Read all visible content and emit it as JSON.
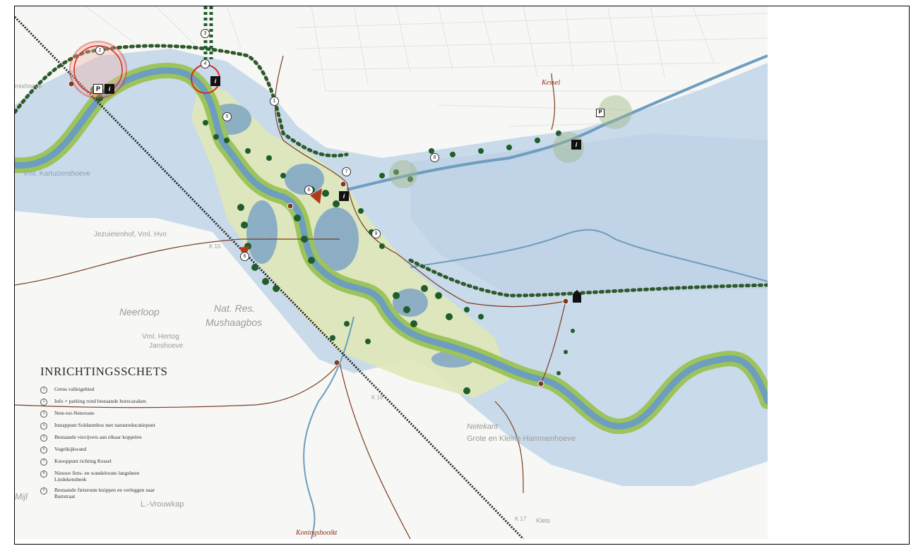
{
  "legend": {
    "title": "INRICHTINGSSCHETS",
    "items": [
      {
        "num": "1",
        "text": "Grens valleigebied"
      },
      {
        "num": "2",
        "text": "Info + parking rond bestaande horecazaken"
      },
      {
        "num": "3",
        "text": "Nete-tot-Neteroute"
      },
      {
        "num": "4",
        "text": "Instappunt Soldatenbos met natuureducatiepunt"
      },
      {
        "num": "5",
        "text": "Bestaande visvijvers aan elkaar koppelen"
      },
      {
        "num": "6",
        "text": "Vogelkijkwand"
      },
      {
        "num": "7",
        "text": "Knooppunt richting Kessel"
      },
      {
        "num": "8",
        "text": "Nieuwe fiets- en wandelroute langsheen Lindekensbeek"
      },
      {
        "num": "9",
        "text": "Bestaande fietsroute knippen en verleggen naar Bartstraat"
      }
    ]
  },
  "places": {
    "kessel": "Kessel",
    "koningshooikt": "Koningshooikt",
    "mixhoeve": "mixhoeve",
    "kartuizershoeve": "Vml. Kartuizershoeve",
    "jezuietenhof": "Jezuietenhof, Vml. Hvo",
    "neerloop": "Neerloop",
    "natres": "Nat. Res.",
    "mushaagbos": "Mushaagbos",
    "hertog": "Vml. Hertog",
    "janshoeve": "Janshoeve",
    "netekant": "Netekant",
    "hammhoeve": "Grote en Kleine Hammenhoeve",
    "vrouwkap": "L.-Vrouwkap",
    "mijl": "Mijl",
    "klets": "Klets",
    "k15": "K 15",
    "k16": "K 16",
    "k17": "K 17"
  },
  "markers": {
    "m1": "1",
    "m2": "2",
    "m3": "3",
    "m4": "4",
    "m5": "5",
    "m6a": "6",
    "m6b": "6",
    "m7": "7",
    "m8": "8",
    "m9": "9"
  },
  "symbols": {
    "parking": "P",
    "info": "i"
  },
  "colors": {
    "valley": "#c9daea",
    "river": "#6d9dbf",
    "riverbank": "#9cc45a",
    "nature": "#dfe7b8",
    "tree": "#1f5d2a",
    "route": "#7a3d22",
    "ring": "#d92a1c"
  }
}
